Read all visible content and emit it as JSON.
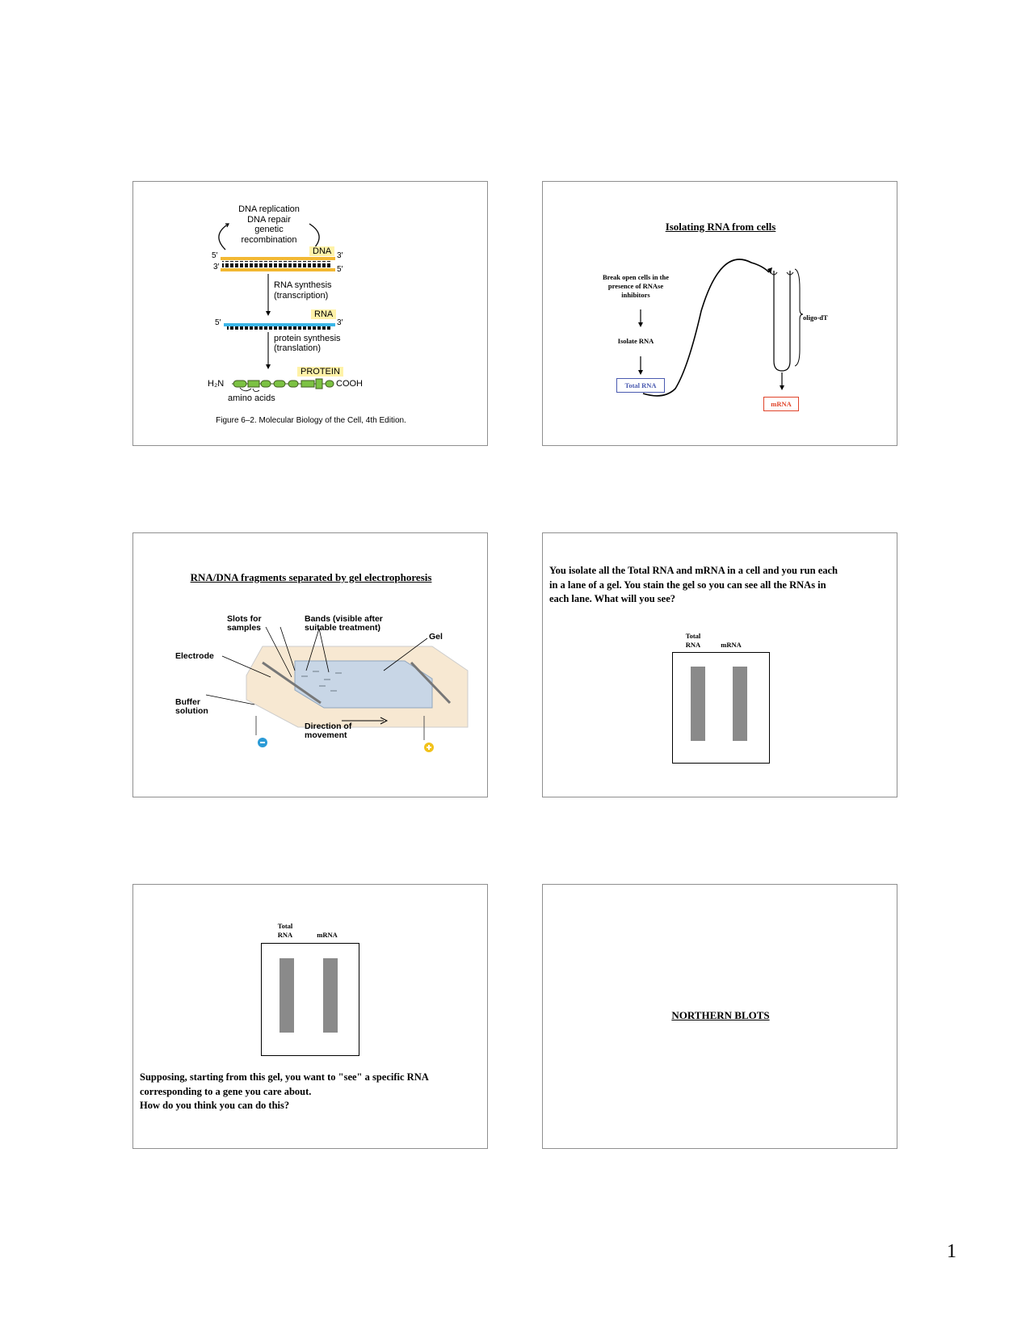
{
  "page_number": "1",
  "slide1": {
    "top_labels": [
      "DNA replication",
      "DNA repair",
      "genetic",
      "recombination"
    ],
    "dna_label": "DNA",
    "five_prime": "5′",
    "three_prime": "3′",
    "rna_synthesis": "RNA synthesis",
    "transcription": "(transcription)",
    "rna_label": "RNA",
    "protein_synthesis": "protein synthesis",
    "translation": "(translation)",
    "protein_label": "PROTEIN",
    "h2n": "H₂N",
    "cooh": "COOH",
    "amino_acids": "amino acids",
    "caption": "Figure 6–2. Molecular Biology of the Cell, 4th Edition."
  },
  "slide2": {
    "title": "Isolating RNA from cells",
    "step1": [
      "Break open cells in the",
      "presence of RNAse",
      "inhibitors"
    ],
    "step2": "Isolate RNA",
    "total_rna": "Total RNA",
    "oligo": "oligo-dT",
    "mrna": "mRNA",
    "colors": {
      "total_rna": "#4a5ab0",
      "mrna": "#e0442a"
    }
  },
  "slide3": {
    "title": "RNA/DNA fragments separated by gel electrophoresis",
    "slots": [
      "Slots for",
      "samples"
    ],
    "bands": [
      "Bands (visible after",
      "suitable treatment)"
    ],
    "gel": "Gel",
    "electrode": "Electrode",
    "buffer": [
      "Buffer",
      "solution"
    ],
    "direction": [
      "Direction of",
      "movement"
    ],
    "colors": {
      "negative": "#2a9ad6",
      "positive": "#f2c21a"
    }
  },
  "slide4": {
    "question": [
      "You isolate all the Total RNA and mRNA in a cell and you run each",
      "in a lane of a gel.  You stain the gel so you can see all the RNAs in",
      "each lane.  What will you see?"
    ],
    "lane1": [
      "Total",
      "RNA"
    ],
    "lane2": "mRNA"
  },
  "slide5": {
    "lane1": [
      "Total",
      "RNA"
    ],
    "lane2": "mRNA",
    "question": [
      "Supposing, starting from this gel, you want to \"see\" a specific RNA",
      "corresponding to a gene you care about.",
      "How do you think you can do this?"
    ]
  },
  "slide6": {
    "title": "NORTHERN BLOTS"
  }
}
